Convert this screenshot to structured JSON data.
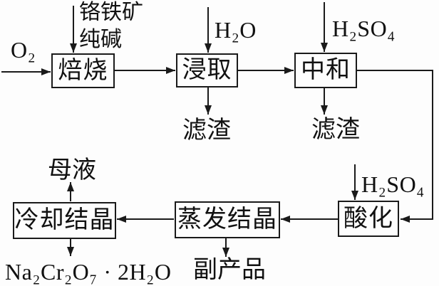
{
  "diagram": {
    "type": "process-flowchart",
    "subject": "重铬酸钠生产流程 (chromite to sodium dichromate)",
    "boxes": [
      {
        "id": "roast",
        "label": "焙烧"
      },
      {
        "id": "leach",
        "label": "浸取"
      },
      {
        "id": "neutralize",
        "label": "中和"
      },
      {
        "id": "acidify",
        "label": "酸化"
      },
      {
        "id": "evaporate",
        "label": "蒸发结晶"
      },
      {
        "id": "cool",
        "label": "冷却结晶"
      }
    ],
    "inputs": {
      "oxygen": "O₂",
      "chromite": "铬铁矿",
      "soda_ash": "纯碱",
      "water": "H₂O",
      "acid_top": "H₂SO₄",
      "acid_bottom": "H₂SO₄"
    },
    "outputs": {
      "residue_leach": "滤渣",
      "residue_neutralize": "滤渣",
      "mother_liquor": "母液",
      "byproduct": "副产品",
      "product": "Na₂Cr₂O₇ · 2H₂O"
    },
    "flows": [
      "O₂ → 焙烧",
      "铬铁矿/纯碱 → 焙烧",
      "焙烧 → 浸取",
      "H₂O → 浸取",
      "浸取 → 滤渣",
      "浸取 → 中和",
      "H₂SO₄ → 中和",
      "中和 → 滤渣",
      "中和 → 酸化",
      "H₂SO₄ → 酸化",
      "酸化 → 蒸发结晶",
      "蒸发结晶 → 副产品",
      "蒸发结晶 → 冷却结晶",
      "冷却结晶 → 母液",
      "冷却结晶 → Na₂Cr₂O₇ · 2H₂O"
    ],
    "colors": {
      "line": "#1a1a1a",
      "background": "#fdfdfd",
      "text": "#111111"
    }
  }
}
